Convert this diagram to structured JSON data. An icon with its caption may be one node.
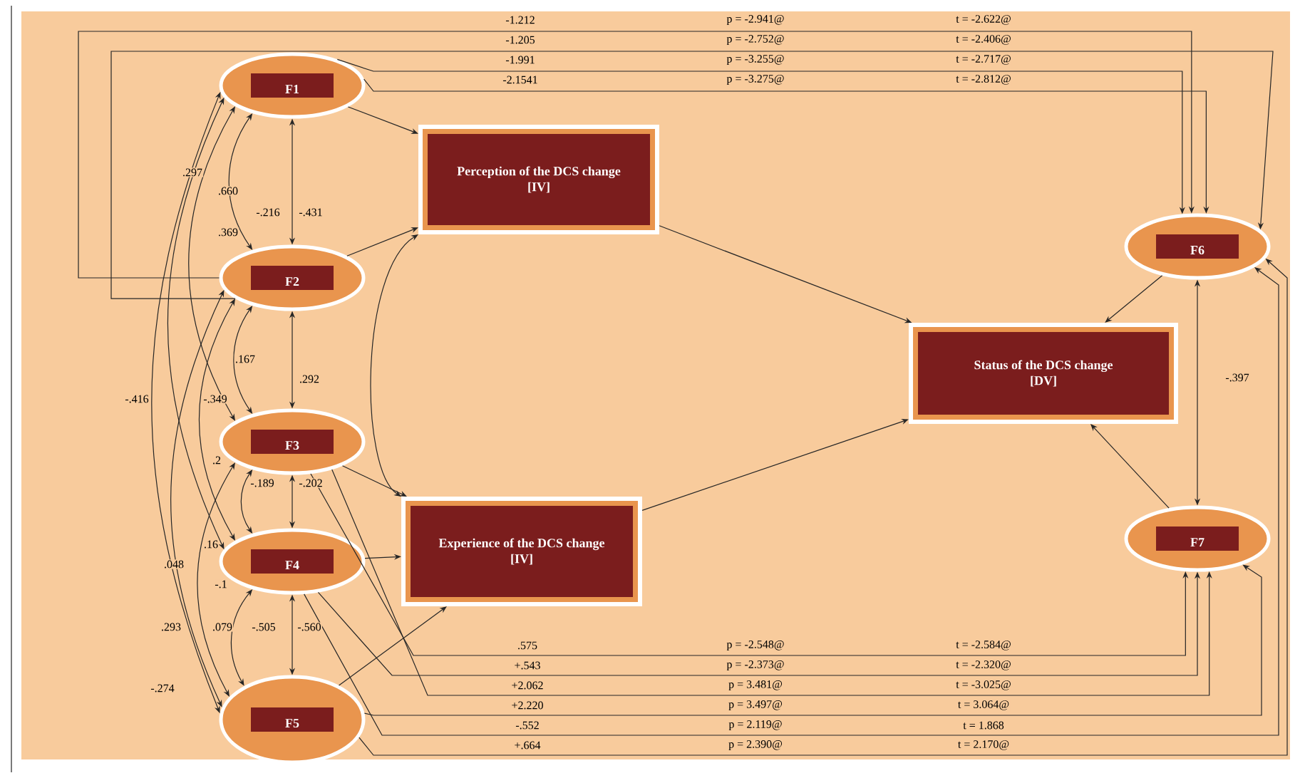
{
  "diagram": {
    "nodes": [
      {
        "text": [
          "F1"
        ]
      },
      {
        "text": [
          "F2"
        ]
      },
      {
        "text": [
          "F3"
        ]
      },
      {
        "text": [
          "F4"
        ]
      },
      {
        "text": [
          "F5"
        ]
      },
      {
        "text": [
          "Perception of the DCS change",
          "[IV]"
        ]
      },
      {
        "text": [
          "Experience of the DCS change",
          "[IV]"
        ]
      },
      {
        "text": [
          "Status of the DCS change",
          "[DV]"
        ]
      },
      {
        "text": [
          "F6"
        ]
      },
      {
        "text": [
          "F7"
        ]
      }
    ],
    "edges": [
      {
        "from": 0,
        "to": 5,
        "arrow": "to"
      },
      {
        "from": 1,
        "to": 5,
        "arrow": "to"
      },
      {
        "from": 2,
        "to": 6,
        "arrow": "to"
      },
      {
        "from": 3,
        "to": 6,
        "arrow": "to"
      },
      {
        "from": 4,
        "to": 6,
        "arrow": "to"
      },
      {
        "from": 5,
        "to": 7,
        "arrow": "to"
      },
      {
        "from": 6,
        "to": 7,
        "arrow": "to"
      },
      {
        "from": 8,
        "to": 7,
        "arrow": "to"
      },
      {
        "from": 9,
        "to": 7,
        "arrow": "to"
      },
      {
        "from": 5,
        "to": 6,
        "arrow": "both"
      },
      {
        "from": 0,
        "to": 1,
        "arrow": "both"
      },
      {
        "from": 1,
        "to": 2,
        "arrow": "both"
      },
      {
        "from": 2,
        "to": 3,
        "arrow": "both"
      },
      {
        "from": 3,
        "to": 4,
        "arrow": "both"
      },
      {
        "from": 8,
        "to": 9,
        "arrow": "both"
      },
      {
        "from": 0,
        "to": 1,
        "arrow": "both"
      },
      {
        "from": 1,
        "to": 2,
        "arrow": "both"
      },
      {
        "from": 2,
        "to": 3,
        "arrow": "both"
      },
      {
        "from": 3,
        "to": 4,
        "arrow": "both"
      },
      {
        "from": 0,
        "to": 2,
        "arrow": "both"
      },
      {
        "from": 1,
        "to": 3,
        "arrow": "both"
      },
      {
        "from": 2,
        "to": 4,
        "arrow": "both"
      },
      {
        "from": 0,
        "to": 3,
        "arrow": "both"
      },
      {
        "from": 1,
        "to": 4,
        "arrow": "both"
      },
      {
        "from": 0,
        "to": 4,
        "arrow": "both"
      },
      {
        "from": 1,
        "to": 8,
        "arrow": "to"
      },
      {
        "from": 1,
        "to": 8,
        "arrow": "to"
      },
      {
        "from": 0,
        "to": 8,
        "arrow": "to"
      },
      {
        "from": 0,
        "to": 8,
        "arrow": "to"
      },
      {
        "from": 2,
        "to": 9,
        "arrow": "to"
      },
      {
        "from": 3,
        "to": 9,
        "arrow": "to"
      },
      {
        "from": 2,
        "to": 9,
        "arrow": "to"
      },
      {
        "from": 4,
        "to": 9,
        "arrow": "to"
      },
      {
        "from": 3,
        "to": 8,
        "arrow": "to"
      },
      {
        "from": 4,
        "to": 8,
        "arrow": "to"
      }
    ],
    "labels": [
      "-1.212",
      "p = -2.941@",
      "t = -2.622@",
      "-1.205",
      "p = -2.752@",
      "t = -2.406@",
      "-1.991",
      "p = -3.255@",
      "t = -2.717@",
      "-2.1541",
      "p = -3.275@",
      "t = -2.812@",
      ".297",
      ".660",
      "-.216",
      "-.431",
      ".369",
      ".167",
      ".292",
      "-.416",
      "-.349",
      ".2",
      "-.189",
      "-.202",
      ".16",
      ".048",
      "-.1",
      ".293",
      ".079",
      "-.505",
      "-.560",
      "-.274",
      "-.397",
      ".575",
      "p = -2.548@",
      "t = -2.584@",
      "+.543",
      "p = -2.373@",
      "t = -2.320@",
      "+2.062",
      "p = 3.481@",
      "t = -3.025@",
      "+2.220",
      "p = 3.497@",
      "t = 3.064@",
      "-.552",
      "p = 2.119@",
      "t = 1.868",
      "+.664",
      "p = 2.390@",
      "t = 2.170@"
    ]
  }
}
